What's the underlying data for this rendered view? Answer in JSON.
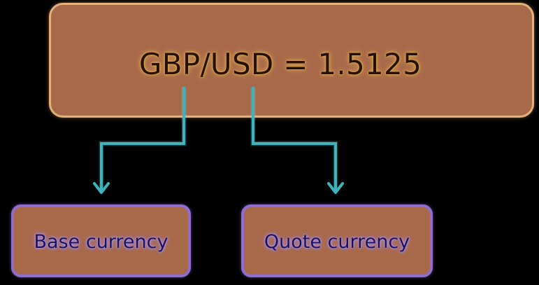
{
  "diagram": {
    "equation": "GBP/USD = 1.5125",
    "base_label": "Base currency",
    "quote_label": "Quote currency"
  },
  "colors": {
    "background": "#000000",
    "box_fill": "#a8694a",
    "main_border": "#e5b178",
    "sub_border": "#8e6dcf",
    "arrow": "#3fb3bd"
  }
}
